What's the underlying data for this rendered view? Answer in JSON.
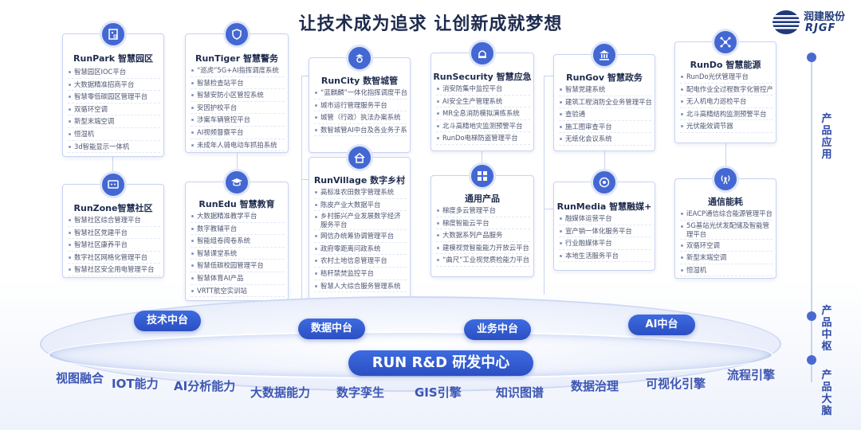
{
  "headline": "让技术成为追求  让创新成就梦想",
  "logo": {
    "cn": "润建股份",
    "en": "RJGF"
  },
  "side_labels": {
    "apps": "产品应用",
    "middle": "产品中枢",
    "brain": "产品大脑"
  },
  "cards": {
    "runpark": {
      "title": "RunPark 智慧园区",
      "icon": "building-icon",
      "items": [
        "智慧园区IOC平台",
        "大数据精准招商平台",
        "智慧零低碳园区管理平台",
        "双循环空调",
        "新型末端空调",
        "恒湿机",
        "3d智能显示一体机"
      ]
    },
    "runzone": {
      "title": "RunZone智慧社区",
      "icon": "chat-icon",
      "items": [
        "智慧社区综合管理平台",
        "智慧社区党建平台",
        "智慧社区康养平台",
        "数字社区网格化管理平台",
        "智慧社区安全用电管理平台"
      ]
    },
    "runtiger": {
      "title": "RunTiger 智慧警务",
      "icon": "shield-icon",
      "items": [
        "“巡虎”5G+AI指挥调度系统",
        "智慧检查站平台",
        "智慧安防小区管控系统",
        "安因护校平台",
        "涉案车辆管控平台",
        "AI视频督察平台",
        "未成年人骑电动车抓拍系统"
      ]
    },
    "runedu": {
      "title": "RunEdu 智慧教育",
      "icon": "graduation-cap-icon",
      "items": [
        "大数据精准教学平台",
        "数字教辅平台",
        "智能组卷阅卷系统",
        "智慧课堂系统",
        "智慧低碳校园管理平台",
        "智慧体育AI产品",
        "VRTT航空实训站"
      ]
    },
    "runcity": {
      "title": "RunCity 数智城管",
      "icon": "city-manager-icon",
      "items": [
        "“蓝麒麟”一体化指挥调度平台",
        "城市运行管理服务平台",
        "城管（行政）执法办案系统",
        "数智城管AI中台及各业务子系统"
      ]
    },
    "runvillage": {
      "title": "RunVillage 数字乡村",
      "icon": "house-icon",
      "items": [
        "高标准农田数字管理系统",
        "陈皮产业大数据平台",
        "乡村振兴产业发展数字经济服务平台",
        "网信办统筹协调管理平台",
        "政府零距离问政系统",
        "农村土地信息管理平台",
        "秸秆禁焚监控平台",
        "智慧人大综合服务管理系统"
      ]
    },
    "runsecurity": {
      "title": "RunSecurity 智慧应急",
      "icon": "alarm-icon",
      "items": [
        "消安防集中监控平台",
        "AI安全生产管理系统",
        "MR全息消防模拟演练系统",
        "北斗高精地灾监测预警平台",
        "RunDo电梯防盗管理平台"
      ]
    },
    "general": {
      "title": "通用产品",
      "icon": "grid-icon",
      "items": [
        "梯度多云管理平台",
        "梯度智能云平台",
        "大数据系列产品服务",
        "建模视觉智能能力开放云平台",
        "“曲尺”工业视觉质检能力平台"
      ]
    },
    "rungov": {
      "title": "RunGov 智慧政务",
      "icon": "government-icon",
      "items": [
        "智慧党建系统",
        "建筑工程消防全业务管理平台",
        "查验通",
        "施工图审查平台",
        "无纸化会议系统"
      ]
    },
    "runmedia": {
      "title": "RunMedia 智慧融媒+",
      "icon": "media-icon",
      "items": [
        "融媒体运营平台",
        "宣产销一体化服务平台",
        "行业融媒体平台",
        "本地生活服务平台"
      ]
    },
    "rundo": {
      "title": "RunDo 智慧能源",
      "icon": "network-icon",
      "items": [
        "RunDo光伏管理平台",
        "配电作业全过程数字化管控产品",
        "无人机电力巡检平台",
        "北斗高精结构监测预警平台",
        "光伏能效调节器"
      ]
    },
    "telecom": {
      "title": "通信能耗",
      "icon": "signal-tower-icon",
      "items": [
        "iEACP通信综合能源管理平台",
        "5G基站光伏发配储及智能管理平台",
        "双循环空调",
        "新型末端空调",
        "恒湿机"
      ]
    }
  },
  "platforms": {
    "tech": "技术中台",
    "data": "数据中台",
    "business": "业务中台",
    "ai": "AI中台"
  },
  "rd_center": "RUN R&D 研发中心",
  "capabilities": [
    "视图融合",
    "IOT能力",
    "AI分析能力",
    "大数据能力",
    "数字孪生",
    "GIS引擎",
    "知识图谱",
    "数据治理",
    "可视化引擎",
    "流程引擎"
  ],
  "colors": {
    "accent": "#2f55cf",
    "title": "#1e2b4d",
    "border": "#c7d3f0"
  }
}
